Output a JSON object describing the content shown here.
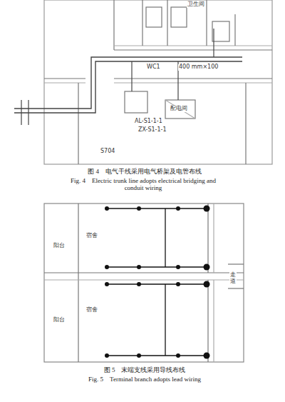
{
  "diagram": {
    "labels": [
      "卫生间",
      "WC1",
      "400 mm×100",
      "配电间",
      "AL-S1-1-1",
      "ZX-S1-1-1",
      "S704",
      "图 4　电气干线采用电气桥架及电管布线",
      "Fig. 4　Electric trunk line adopts electrical bridging and conduit wiring",
      "阳台",
      "宿舍",
      "阳台",
      "宿舍",
      "走道",
      "图 5　末端支线采用导线布线",
      "Fig. 5　Terminal branch adopts lead wiring"
    ]
  }
}
